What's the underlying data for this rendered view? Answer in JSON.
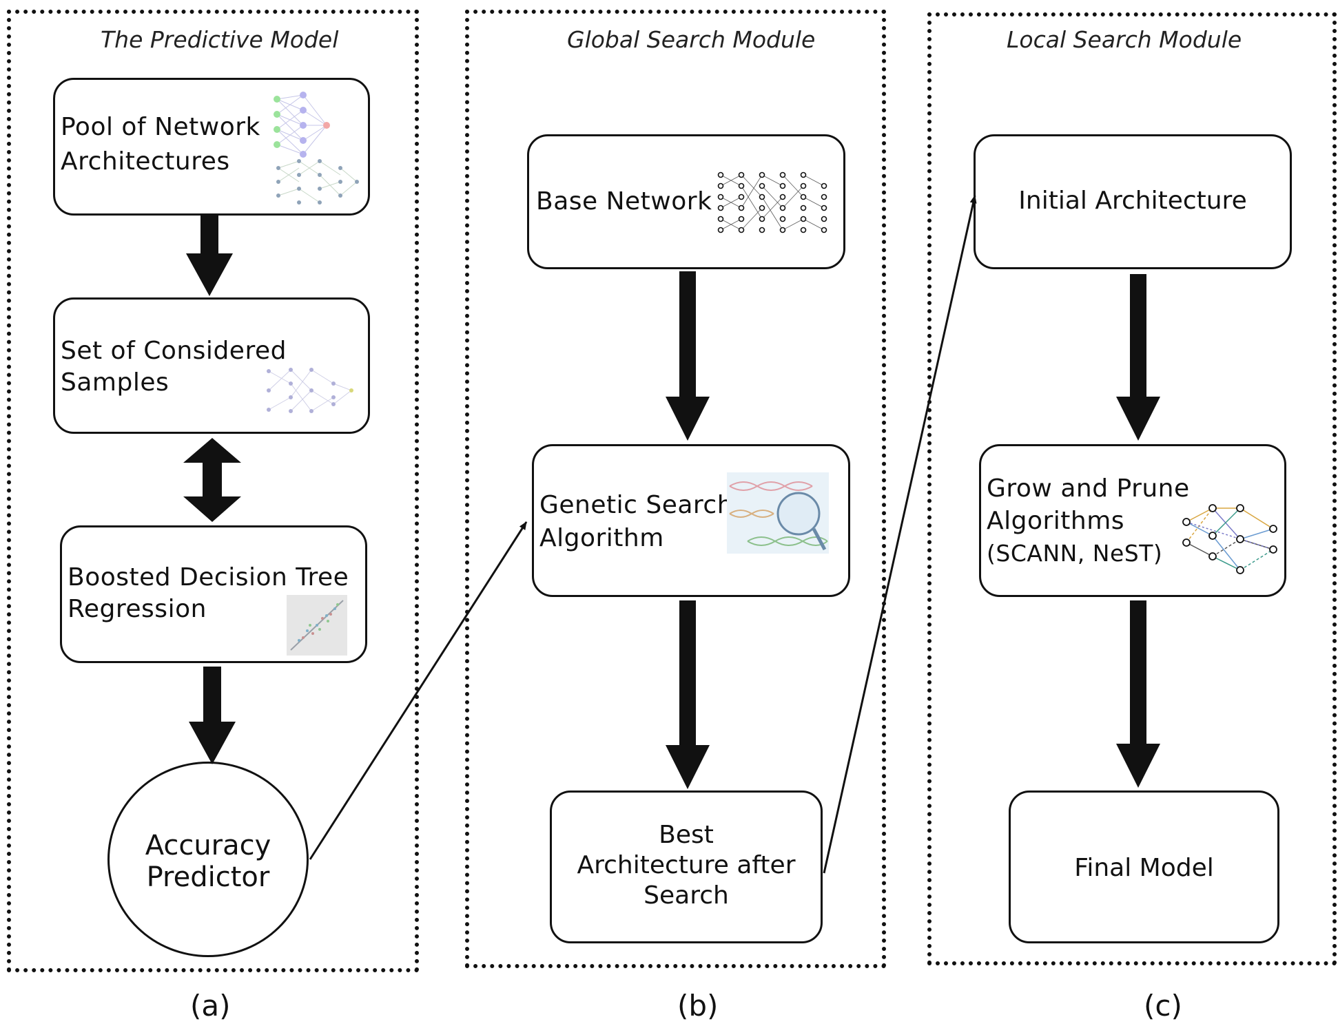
{
  "panels": {
    "a": {
      "title": "The Predictive Model",
      "caption": "(a)"
    },
    "b": {
      "title": "Global Search Module",
      "caption": "(b)"
    },
    "c": {
      "title": "Local Search Module",
      "caption": "(c)"
    }
  },
  "nodes": {
    "pool": {
      "line1": "Pool of Network",
      "line2": "Architectures"
    },
    "samples": {
      "line1": "Set of Considered",
      "line2": "Samples"
    },
    "bdt": {
      "line1": "Boosted Decision Tree",
      "line2": "Regression"
    },
    "predictor": {
      "line1": "Accuracy",
      "line2": "Predictor"
    },
    "base": {
      "text": "Base Network"
    },
    "genetic": {
      "line1": "Genetic Search",
      "line2": "Algorithm"
    },
    "best": {
      "line1": "Best",
      "line2": "Architecture after",
      "line3": "Search"
    },
    "initial": {
      "text": "Initial Architecture"
    },
    "grow": {
      "line1": "Grow and Prune",
      "line2": "Algorithms",
      "line3": "(SCANN, NeST)"
    },
    "final": {
      "text": "Final Model"
    }
  },
  "icons": {
    "pool": "neural-network-icons",
    "samples": "neural-network-icon",
    "bdt": "regression-scatter-icon",
    "base": "neural-network-icon",
    "genetic": "dna-magnifier-icon",
    "grow": "graph-network-icon"
  }
}
